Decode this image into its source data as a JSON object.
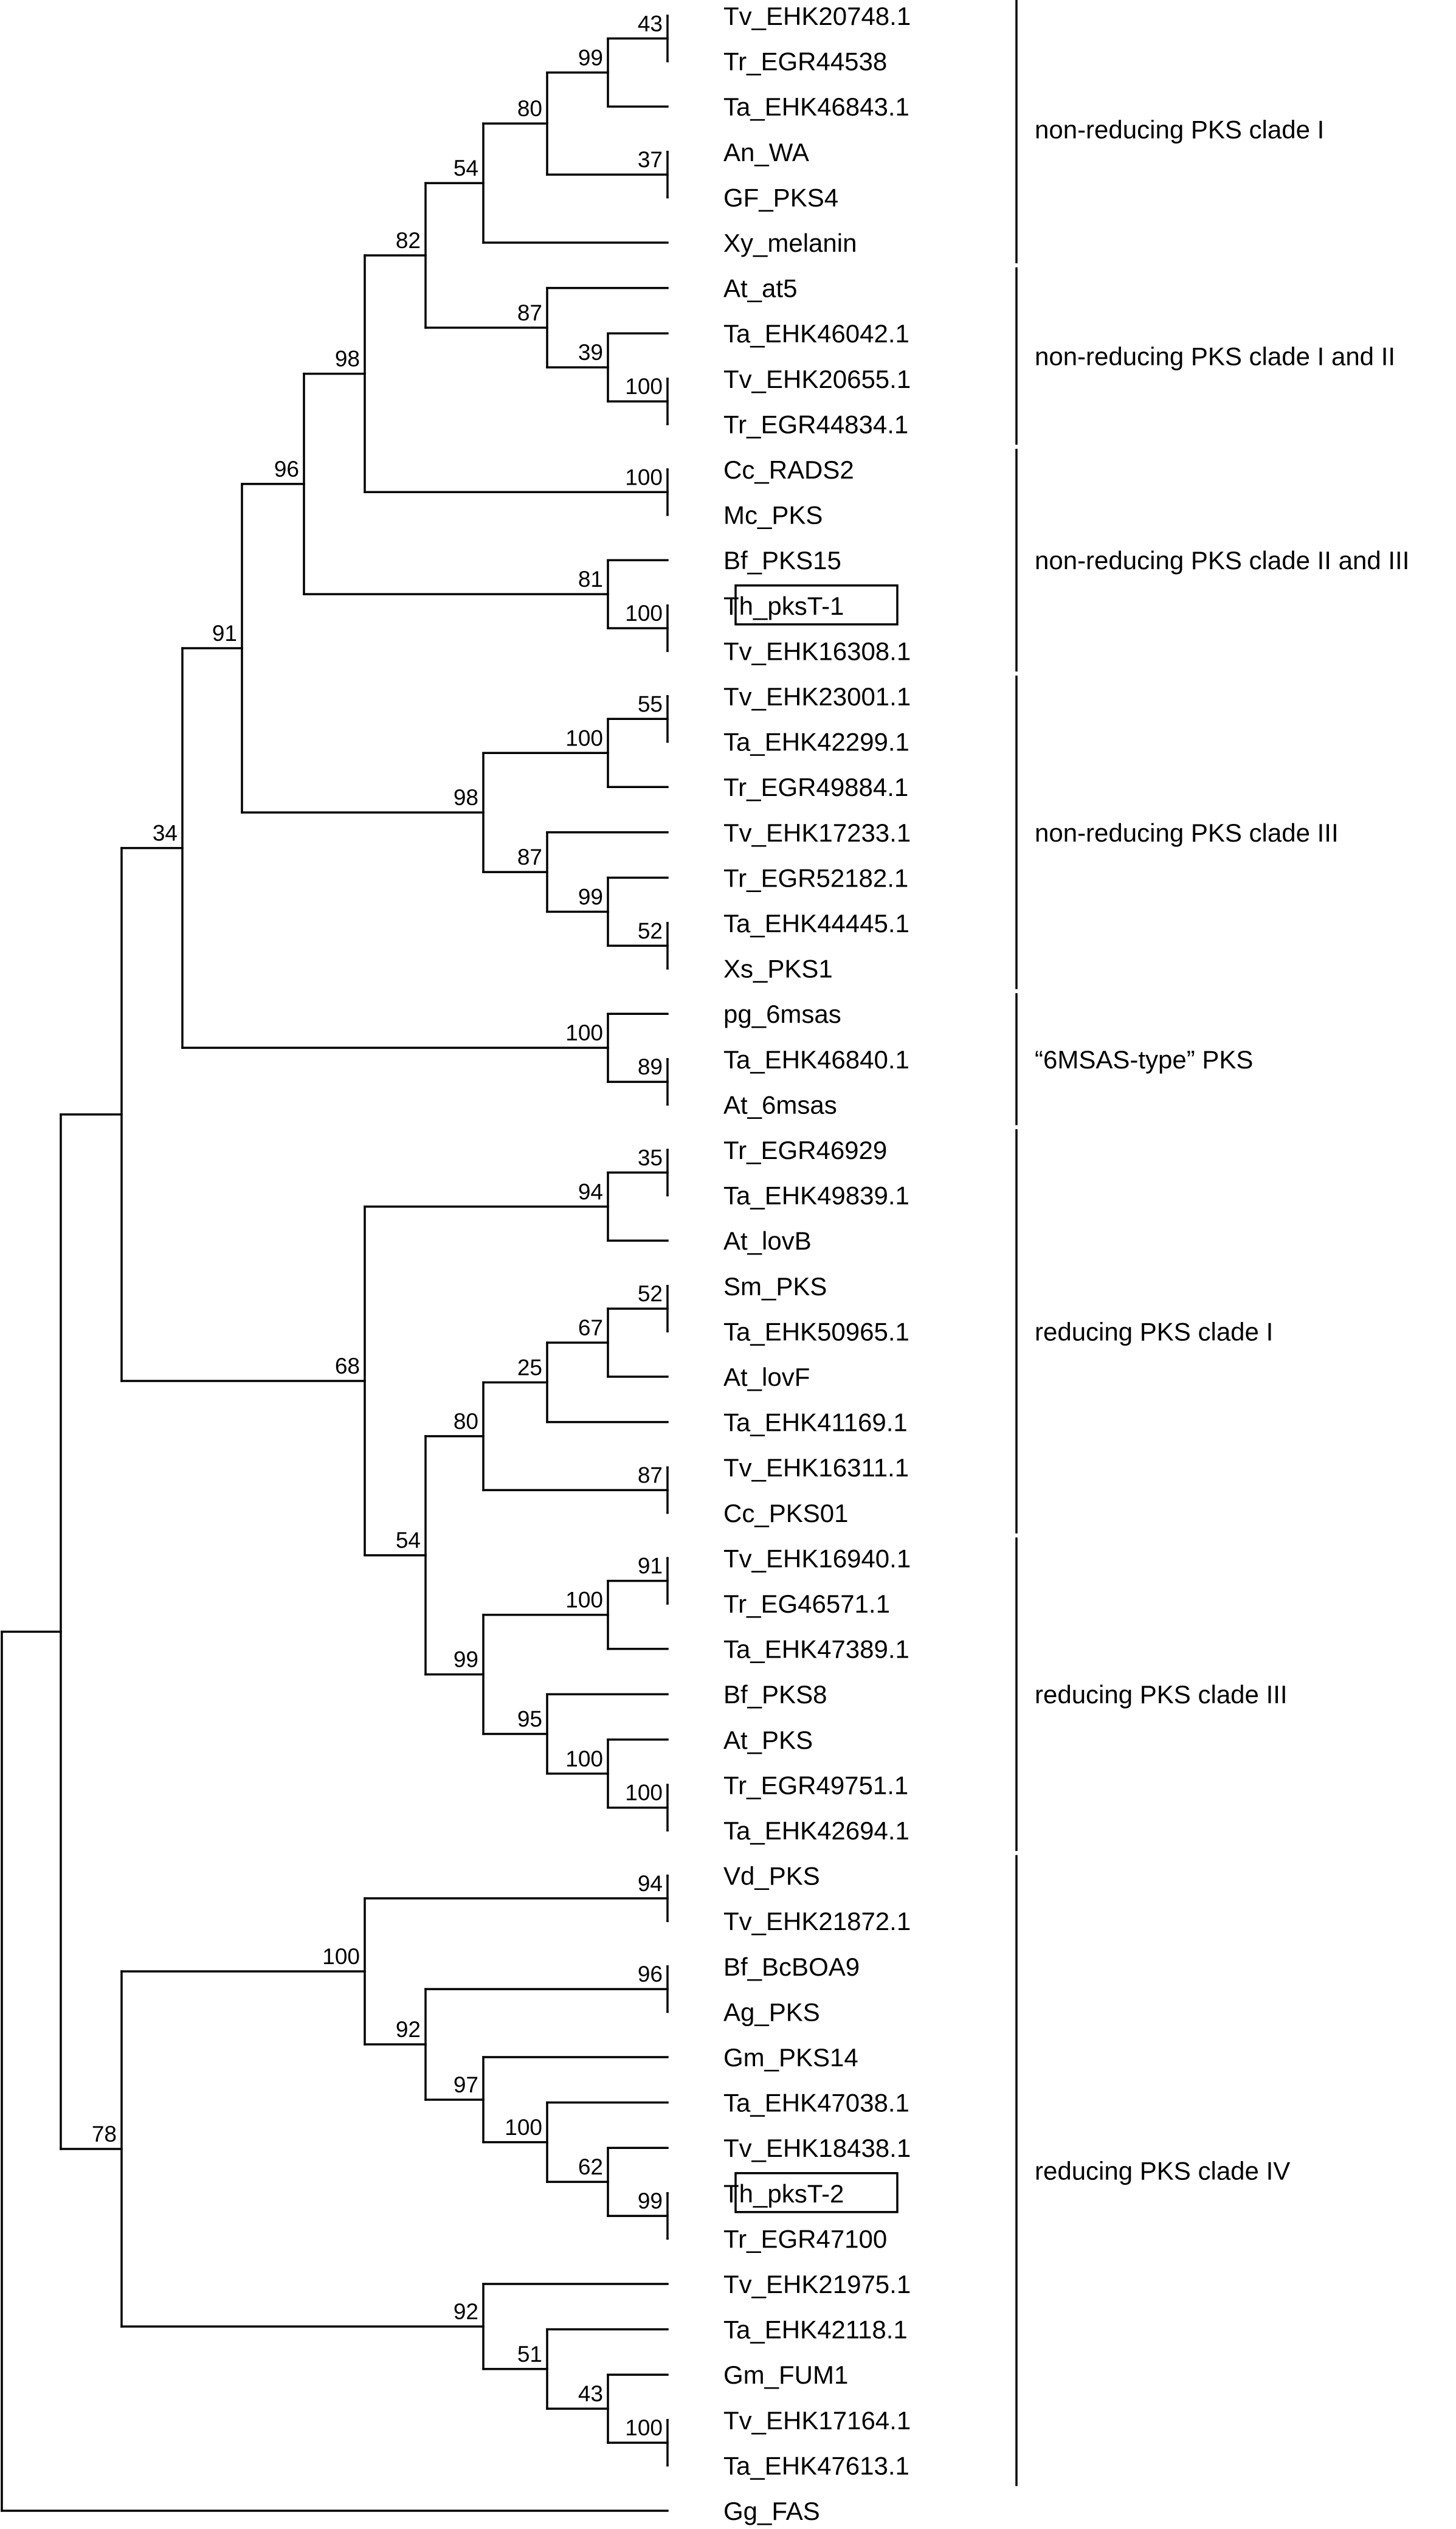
{
  "tree": {
    "leaves": [
      {
        "id": "L1",
        "label": "Tv_EHK20748.1"
      },
      {
        "id": "L2",
        "label": "Tr_EGR44538"
      },
      {
        "id": "L3",
        "label": "Ta_EHK46843.1"
      },
      {
        "id": "L4",
        "label": "An_WA"
      },
      {
        "id": "L5",
        "label": "GF_PKS4"
      },
      {
        "id": "L6",
        "label": "Xy_melanin"
      },
      {
        "id": "L7",
        "label": "At_at5"
      },
      {
        "id": "L8",
        "label": "Ta_EHK46042.1"
      },
      {
        "id": "L9",
        "label": "Tv_EHK20655.1"
      },
      {
        "id": "L10",
        "label": "Tr_EGR44834.1"
      },
      {
        "id": "L11",
        "label": "Cc_RADS2"
      },
      {
        "id": "L12",
        "label": "Mc_PKS"
      },
      {
        "id": "L13",
        "label": "Bf_PKS15"
      },
      {
        "id": "L14",
        "label": "Th_pksT-1",
        "highlight": true
      },
      {
        "id": "L15",
        "label": "Tv_EHK16308.1"
      },
      {
        "id": "L16",
        "label": "Tv_EHK23001.1"
      },
      {
        "id": "L17",
        "label": "Ta_EHK42299.1"
      },
      {
        "id": "L18",
        "label": "Tr_EGR49884.1"
      },
      {
        "id": "L19",
        "label": "Tv_EHK17233.1"
      },
      {
        "id": "L20",
        "label": "Tr_EGR52182.1"
      },
      {
        "id": "L21",
        "label": "Ta_EHK44445.1"
      },
      {
        "id": "L22",
        "label": "Xs_PKS1"
      },
      {
        "id": "L23",
        "label": "pg_6msas"
      },
      {
        "id": "L24",
        "label": "Ta_EHK46840.1"
      },
      {
        "id": "L25",
        "label": "At_6msas"
      },
      {
        "id": "L26",
        "label": "Tr_EGR46929"
      },
      {
        "id": "L27",
        "label": "Ta_EHK49839.1"
      },
      {
        "id": "L28",
        "label": "At_lovB"
      },
      {
        "id": "L29",
        "label": "Sm_PKS"
      },
      {
        "id": "L30",
        "label": "Ta_EHK50965.1"
      },
      {
        "id": "L31",
        "label": "At_lovF"
      },
      {
        "id": "L32",
        "label": "Ta_EHK41169.1"
      },
      {
        "id": "L33",
        "label": "Tv_EHK16311.1"
      },
      {
        "id": "L34",
        "label": "Cc_PKS01"
      },
      {
        "id": "L35",
        "label": "Tv_EHK16940.1"
      },
      {
        "id": "L36",
        "label": "Tr_EG46571.1"
      },
      {
        "id": "L37",
        "label": "Ta_EHK47389.1"
      },
      {
        "id": "L38",
        "label": "Bf_PKS8"
      },
      {
        "id": "L39",
        "label": "At_PKS"
      },
      {
        "id": "L40",
        "label": "Tr_EGR49751.1"
      },
      {
        "id": "L41",
        "label": "Ta_EHK42694.1"
      },
      {
        "id": "L42",
        "label": "Vd_PKS"
      },
      {
        "id": "L43",
        "label": "Tv_EHK21872.1"
      },
      {
        "id": "L44",
        "label": "Bf_BcBOA9"
      },
      {
        "id": "L45",
        "label": "Ag_PKS"
      },
      {
        "id": "L46",
        "label": "Gm_PKS14"
      },
      {
        "id": "L47",
        "label": "Ta_EHK47038.1"
      },
      {
        "id": "L48",
        "label": "Tv_EHK18438.1"
      },
      {
        "id": "L49",
        "label": "Th_pksT-2",
        "highlight": true
      },
      {
        "id": "L50",
        "label": "Tr_EGR47100"
      },
      {
        "id": "L51",
        "label": "Tv_EHK21975.1"
      },
      {
        "id": "L52",
        "label": "Ta_EHK42118.1"
      },
      {
        "id": "L53",
        "label": "Gm_FUM1"
      },
      {
        "id": "L54",
        "label": "Tv_EHK17164.1"
      },
      {
        "id": "L55",
        "label": "Ta_EHK47613.1"
      },
      {
        "id": "L56",
        "label": "Gg_FAS"
      }
    ],
    "nodes": [
      {
        "id": "N1",
        "support": "43",
        "children": [
          "L1",
          "L2"
        ]
      },
      {
        "id": "N2",
        "support": "99",
        "children": [
          "N1",
          "L3"
        ]
      },
      {
        "id": "N3",
        "support": "37",
        "children": [
          "L4",
          "L5"
        ]
      },
      {
        "id": "N4",
        "support": "80",
        "children": [
          "N2",
          "N3"
        ]
      },
      {
        "id": "N5",
        "support": "54",
        "children": [
          "N4",
          "L6"
        ]
      },
      {
        "id": "N6",
        "support": "100",
        "children": [
          "L9",
          "L10"
        ]
      },
      {
        "id": "N7",
        "support": "39",
        "children": [
          "L8",
          "N6"
        ]
      },
      {
        "id": "N8",
        "support": "87",
        "children": [
          "L7",
          "N7"
        ]
      },
      {
        "id": "N9",
        "support": "82",
        "children": [
          "N5",
          "N8"
        ]
      },
      {
        "id": "N10",
        "support": "100",
        "children": [
          "L11",
          "L12"
        ]
      },
      {
        "id": "N11",
        "support": "98",
        "children": [
          "N9",
          "N10"
        ]
      },
      {
        "id": "N12",
        "support": "100",
        "children": [
          "L14",
          "L15"
        ]
      },
      {
        "id": "N13",
        "support": "81",
        "children": [
          "L13",
          "N12"
        ]
      },
      {
        "id": "N14",
        "support": "96",
        "children": [
          "N11",
          "N13"
        ]
      },
      {
        "id": "N15",
        "support": "55",
        "children": [
          "L16",
          "L17"
        ]
      },
      {
        "id": "N16",
        "support": "100",
        "children": [
          "N15",
          "L18"
        ]
      },
      {
        "id": "N17",
        "support": "52",
        "children": [
          "L21",
          "L22"
        ]
      },
      {
        "id": "N18",
        "support": "99",
        "children": [
          "L20",
          "N17"
        ]
      },
      {
        "id": "N19",
        "support": "87",
        "children": [
          "L19",
          "N18"
        ]
      },
      {
        "id": "N20",
        "support": "98",
        "children": [
          "N16",
          "N19"
        ]
      },
      {
        "id": "N21",
        "support": "91",
        "children": [
          "N14",
          "N20"
        ]
      },
      {
        "id": "N22",
        "support": "89",
        "children": [
          "L24",
          "L25"
        ]
      },
      {
        "id": "N23",
        "support": "100",
        "children": [
          "L23",
          "N22"
        ]
      },
      {
        "id": "N24",
        "support": "34",
        "children": [
          "N21",
          "N23"
        ]
      },
      {
        "id": "N25",
        "support": "35",
        "children": [
          "L26",
          "L27"
        ]
      },
      {
        "id": "N26",
        "support": "94",
        "children": [
          "N25",
          "L28"
        ]
      },
      {
        "id": "N27",
        "support": "52",
        "children": [
          "L29",
          "L30"
        ]
      },
      {
        "id": "N28",
        "support": "67",
        "children": [
          "N27",
          "L31"
        ]
      },
      {
        "id": "N29",
        "support": "25",
        "children": [
          "N28",
          "L32"
        ]
      },
      {
        "id": "N30",
        "support": "87",
        "children": [
          "L33",
          "L34"
        ]
      },
      {
        "id": "N31",
        "support": "80",
        "children": [
          "N29",
          "N30"
        ]
      },
      {
        "id": "N32",
        "support": "91",
        "children": [
          "L35",
          "L36"
        ]
      },
      {
        "id": "N33",
        "support": "100",
        "children": [
          "N32",
          "L37"
        ]
      },
      {
        "id": "N34",
        "support": "100",
        "children": [
          "L40",
          "L41"
        ]
      },
      {
        "id": "N35",
        "support": "100",
        "children": [
          "L39",
          "N34"
        ]
      },
      {
        "id": "N36",
        "support": "95",
        "children": [
          "L38",
          "N35"
        ]
      },
      {
        "id": "N37",
        "support": "99",
        "children": [
          "N33",
          "N36"
        ]
      },
      {
        "id": "N38",
        "support": "54",
        "children": [
          "N31",
          "N37"
        ]
      },
      {
        "id": "N39",
        "support": "68",
        "children": [
          "N26",
          "N38"
        ]
      },
      {
        "id": "N40",
        "support": "",
        "children": [
          "N24",
          "N39"
        ]
      },
      {
        "id": "N41",
        "support": "94",
        "children": [
          "L42",
          "L43"
        ]
      },
      {
        "id": "N42",
        "support": "96",
        "children": [
          "L44",
          "L45"
        ]
      },
      {
        "id": "N43",
        "support": "99",
        "children": [
          "L49",
          "L50"
        ]
      },
      {
        "id": "N44",
        "support": "62",
        "children": [
          "L48",
          "N43"
        ]
      },
      {
        "id": "N45",
        "support": "100",
        "children": [
          "L47",
          "N44"
        ]
      },
      {
        "id": "N46",
        "support": "97",
        "children": [
          "L46",
          "N45"
        ]
      },
      {
        "id": "N47",
        "support": "92",
        "children": [
          "N42",
          "N46"
        ]
      },
      {
        "id": "N48",
        "support": "100",
        "children": [
          "N41",
          "N47"
        ]
      },
      {
        "id": "N49",
        "support": "100",
        "children": [
          "L54",
          "L55"
        ]
      },
      {
        "id": "N50",
        "support": "43",
        "children": [
          "L53",
          "N49"
        ]
      },
      {
        "id": "N51",
        "support": "51",
        "children": [
          "L52",
          "N50"
        ]
      },
      {
        "id": "N52",
        "support": "92",
        "children": [
          "L51",
          "N51"
        ]
      },
      {
        "id": "N53",
        "support": "78",
        "children": [
          "N48",
          "N52"
        ]
      },
      {
        "id": "N54",
        "support": "",
        "children": [
          "N40",
          "N53"
        ]
      },
      {
        "id": "ROOT",
        "support": "",
        "children": [
          "N54",
          "L56"
        ]
      }
    ],
    "clades": [
      {
        "label": "non-reducing PKS clade I",
        "from": "L1",
        "to": "L6"
      },
      {
        "label": "non-reducing PKS clade I and II",
        "from": "L7",
        "to": "L10"
      },
      {
        "label": "non-reducing PKS clade II and III",
        "from": "L11",
        "to": "L15"
      },
      {
        "label": "non-reducing PKS clade III",
        "from": "L16",
        "to": "L22"
      },
      {
        "label": "“6MSAS-type” PKS",
        "from": "L23",
        "to": "L25"
      },
      {
        "label": "reducing PKS clade I",
        "from": "L26",
        "to": "L34"
      },
      {
        "label": "reducing PKS clade III",
        "from": "L35",
        "to": "L41"
      },
      {
        "label": "reducing PKS clade IV",
        "from": "L42",
        "to": "L55"
      }
    ]
  }
}
